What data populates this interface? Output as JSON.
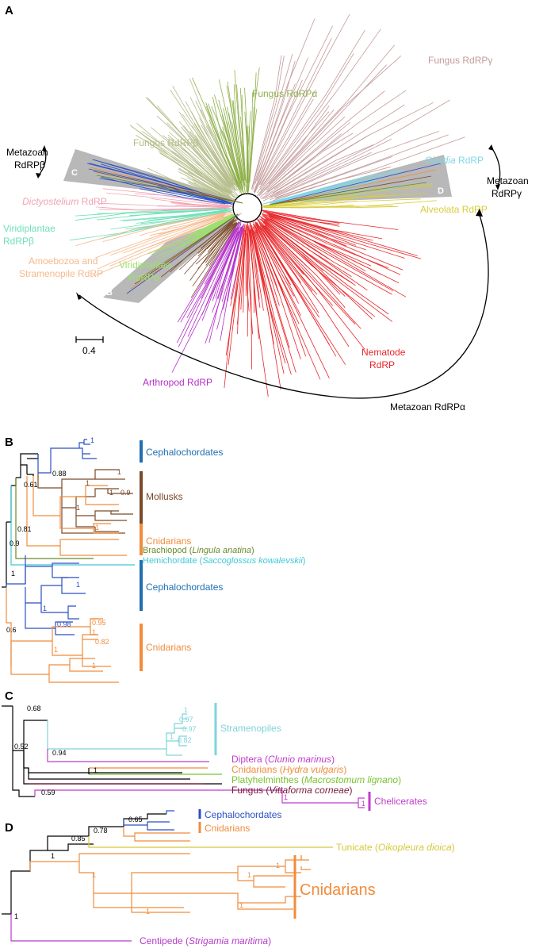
{
  "panels": {
    "A": {
      "letter": "A",
      "scale_label": "0.4",
      "shaded_labels": [
        "C",
        "B",
        "D"
      ],
      "clade_labels": {
        "fungus_beta": "Fungus RdRPβ",
        "fungus_alpha": "Fungus RdRPα",
        "fungus_gamma": "Fungus RdRPγ",
        "metazoan_beta_1": "Metazoan",
        "metazoan_beta_2": "RdRPβ",
        "metazoan_gamma_1": "Metazoan",
        "metazoan_gamma_2": "RdRPγ",
        "dicty": "Dictyostelium RdRP",
        "giardia": "Giardia RdRP",
        "alveolata": "Alveolata RdRP",
        "viri_beta_1": "Viridiplantae",
        "viri_beta_2": "RdRPβ",
        "amoeb_1": "Amoebozoa and",
        "amoeb_2": "Stramenopile RdRP",
        "viri_alpha_1": "Viridiplantae",
        "viri_alpha_2": "RdRPα",
        "nematode_1": "Nematode",
        "nematode_2": "RdRP",
        "arthropod": "Arthropod RdRP",
        "metazoan_alpha": "Metazoan RdRPα"
      }
    },
    "B": {
      "letter": "B",
      "groups": {
        "cephalo_1": "Cephalochordates",
        "mollusks": "Mollusks",
        "cnidarians_1": "Cnidarians",
        "brachiopod_a": "Brachiopod (",
        "brachiopod_b": "Lingula anatina",
        "brachiopod_c": ")",
        "hemichordate_a": "Hemichordate (",
        "hemichordate_b": "Saccoglossus kowalevskii",
        "hemichordate_c": ")",
        "cephalo_2": "Cephalochordates",
        "cnidarians_2": "Cnidarians"
      },
      "support": [
        "1",
        "0.88",
        "1",
        "1",
        "1",
        "0.9",
        "0.61",
        "1",
        "0.81",
        "0.9",
        "1",
        "1",
        "1",
        "1",
        "0.98",
        "0.6",
        "0.95",
        "1",
        "0.82",
        "1",
        "1"
      ]
    },
    "C": {
      "letter": "C",
      "groups": {
        "stramenopiles": "Stramenopiles",
        "diptera_a": "Diptera (",
        "diptera_b": "Clunio marinus",
        "diptera_c": ")",
        "cnid_a": "Cnidarians (",
        "cnid_b": "Hydra vulgaris",
        "cnid_c": ")",
        "platy_a": "Platyhelminthes (",
        "platy_b": "Macrostomum lignano",
        "platy_c": ")",
        "fungus_a": "Fungus (",
        "fungus_b": "Vittaforma corneae",
        "fungus_c": ")",
        "chelicerates": "Chelicerates"
      },
      "support": [
        "0.68",
        "0.52",
        "0.94",
        "1",
        "0.97",
        "0.97",
        "1",
        "0.82",
        "1",
        "0.59",
        "1",
        "1"
      ]
    },
    "D": {
      "letter": "D",
      "groups": {
        "cephalo": "Cephalochordates",
        "cnidarians_small": "Cnidarians",
        "tunicate_a": "Tunicate (",
        "tunicate_b": "Oikopleura dioica",
        "tunicate_c": ")",
        "cnidarians_big": "Cnidarians",
        "centipede_a": "Centipede (",
        "centipede_b": "Strigamia maritima",
        "centipede_c": ")"
      },
      "support": [
        "0.65",
        "0.78",
        "0.85",
        "1",
        "1",
        "1",
        "1",
        "1",
        "1",
        "1"
      ]
    }
  },
  "colors": {
    "fungus_beta": "#b5bd8a",
    "fungus_alpha": "#8fb04a",
    "fungus_gamma": "#c49a9a",
    "dicty": "#f2a3b3",
    "giardia": "#7fd8e8",
    "alveolata": "#d9cc3a",
    "viri_beta": "#6fe0b8",
    "amoeb": "#f5b98c",
    "viri_alpha": "#9be36a",
    "nematode": "#e8262a",
    "arthropod": "#b42fc8",
    "cephalochordate": "#2b4fc4",
    "cephalo_bar": "#1f6fb2",
    "mollusk": "#7a4a2a",
    "cnidarian": "#f08c3c",
    "brachiopod": "#6a8a2a",
    "hemichordate": "#3ec8d8",
    "stramenopile": "#7fd3dc",
    "diptera": "#c03ccc",
    "platy": "#7ac232",
    "fungus_c": "#7a1a3a",
    "tunicate": "#d6c83a",
    "centipede": "#b43cc8",
    "shade": "#b8b8b8"
  }
}
